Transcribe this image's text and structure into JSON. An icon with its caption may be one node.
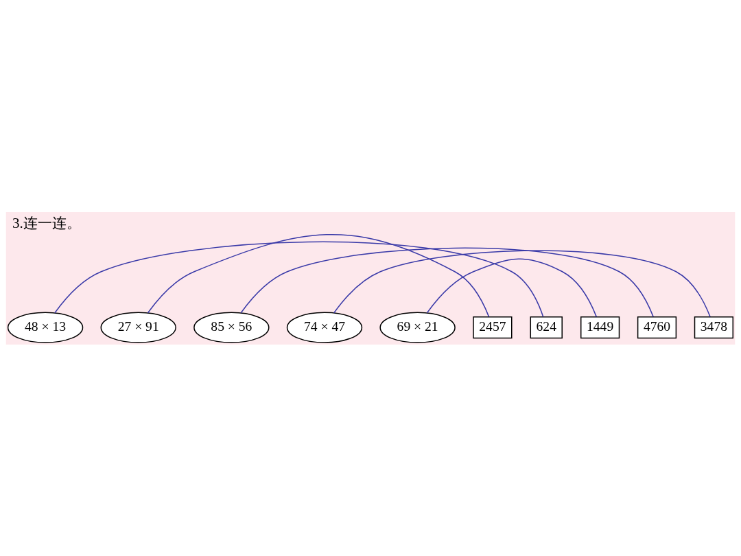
{
  "diagram": {
    "title": "3.连一连。",
    "nodes": [
      {
        "text": [
          "48 × 13"
        ]
      },
      {
        "text": [
          "27 × 91"
        ]
      },
      {
        "text": [
          "85 × 56"
        ]
      },
      {
        "text": [
          "74 × 47"
        ]
      },
      {
        "text": [
          "69 × 21"
        ]
      },
      {
        "text": [
          "2457"
        ]
      },
      {
        "text": [
          "624"
        ]
      },
      {
        "text": [
          "1449"
        ]
      },
      {
        "text": [
          "4760"
        ]
      },
      {
        "text": [
          "3478"
        ]
      }
    ],
    "edges": [
      {
        "from": 0,
        "to": 6,
        "arrow": "none"
      },
      {
        "from": 1,
        "to": 5,
        "arrow": "none"
      },
      {
        "from": 2,
        "to": 8,
        "arrow": "none"
      },
      {
        "from": 3,
        "to": 9,
        "arrow": "none"
      },
      {
        "from": 4,
        "to": 7,
        "arrow": "none"
      }
    ]
  }
}
